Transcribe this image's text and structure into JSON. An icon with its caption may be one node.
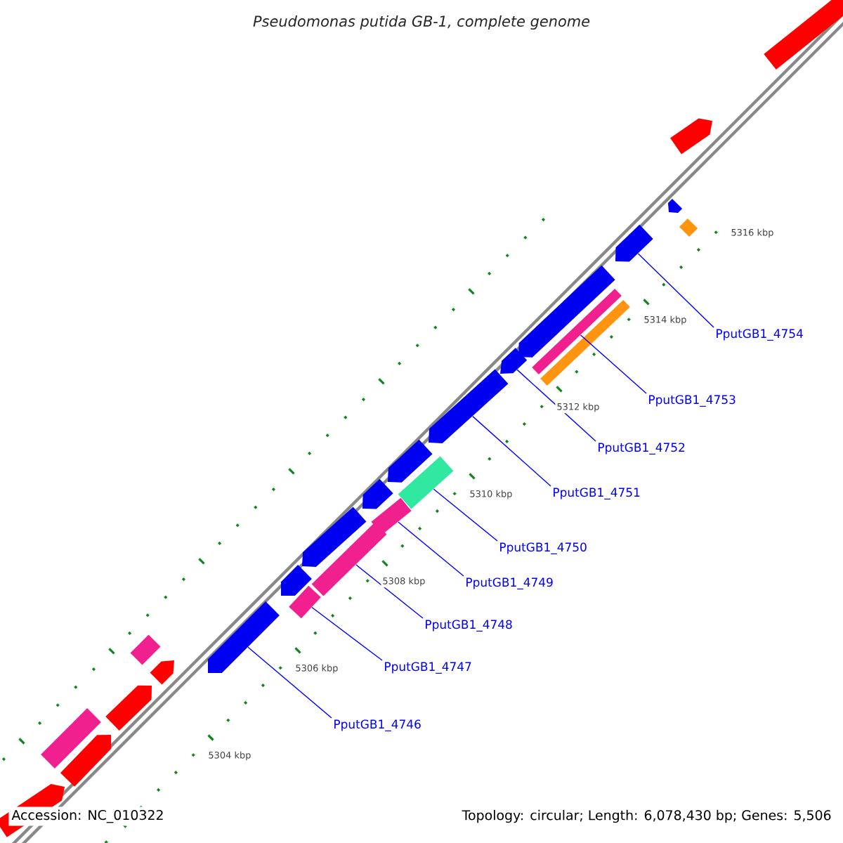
{
  "diagram": {
    "title": "Pseudomonas putida GB-1, complete genome",
    "nodes": [
      {
        "text": [
          "PputGB1_4746"
        ]
      },
      {
        "text": [
          "PputGB1_4747"
        ]
      },
      {
        "text": [
          "PputGB1_4748"
        ]
      },
      {
        "text": [
          "PputGB1_4749"
        ]
      },
      {
        "text": [
          "PputGB1_4750"
        ]
      },
      {
        "text": [
          "PputGB1_4751"
        ]
      },
      {
        "text": [
          "PputGB1_4752"
        ]
      },
      {
        "text": [
          "PputGB1_4753"
        ]
      },
      {
        "text": [
          "PputGB1_4754"
        ]
      },
      {
        "text": [],
        "shape": "bar"
      },
      {
        "text": [],
        "shape": "bar"
      },
      {
        "text": [],
        "shape": "bar"
      },
      {
        "text": [],
        "shape": "bar"
      },
      {
        "text": [],
        "shape": "bar"
      },
      {
        "text": [],
        "shape": "bar"
      },
      {
        "text": [],
        "shape": "bar"
      },
      {
        "text": [],
        "shape": "bar"
      },
      {
        "text": [],
        "shape": "bar"
      },
      {
        "text": [],
        "shape": "bar"
      },
      {
        "text": [],
        "shape": "bar"
      },
      {
        "text": [],
        "shape": "bar"
      },
      {
        "text": [],
        "shape": "bar"
      },
      {
        "text": [],
        "shape": "bar"
      },
      {
        "text": [],
        "shape": "bar"
      },
      {
        "text": [],
        "shape": "bar"
      },
      {
        "text": [],
        "shape": "bar"
      },
      {
        "text": [],
        "shape": "bar"
      },
      {
        "text": [],
        "shape": "bar"
      },
      {
        "text": [],
        "shape": "bar"
      },
      {
        "text": [],
        "shape": "bar"
      },
      {
        "text": [],
        "shape": "bar"
      },
      {
        "text": [],
        "shape": "bar"
      },
      {
        "text": [],
        "shape": "bar"
      },
      {
        "text": [],
        "shape": "bar"
      }
    ],
    "edges": [
      {
        "from": 0,
        "to": 15,
        "arrow": "none"
      },
      {
        "from": 1,
        "to": 17,
        "arrow": "none"
      },
      {
        "from": 2,
        "to": 19,
        "arrow": "none"
      },
      {
        "from": 3,
        "to": 21,
        "arrow": "none"
      },
      {
        "from": 4,
        "to": 23,
        "arrow": "none"
      },
      {
        "from": 5,
        "to": 24,
        "arrow": "none"
      },
      {
        "from": 6,
        "to": 25,
        "arrow": "none"
      },
      {
        "from": 7,
        "to": 27,
        "arrow": "none"
      },
      {
        "from": 8,
        "to": 29,
        "arrow": "none"
      }
    ],
    "labels": [
      "5304 kbp",
      "5306 kbp",
      "5308 kbp",
      "5310 kbp",
      "5312 kbp",
      "5314 kbp",
      "5316 kbp",
      "Accession: NC_010322",
      "Topology: circular; Length: 6,078,430 bp; Genes: 5,506"
    ]
  }
}
